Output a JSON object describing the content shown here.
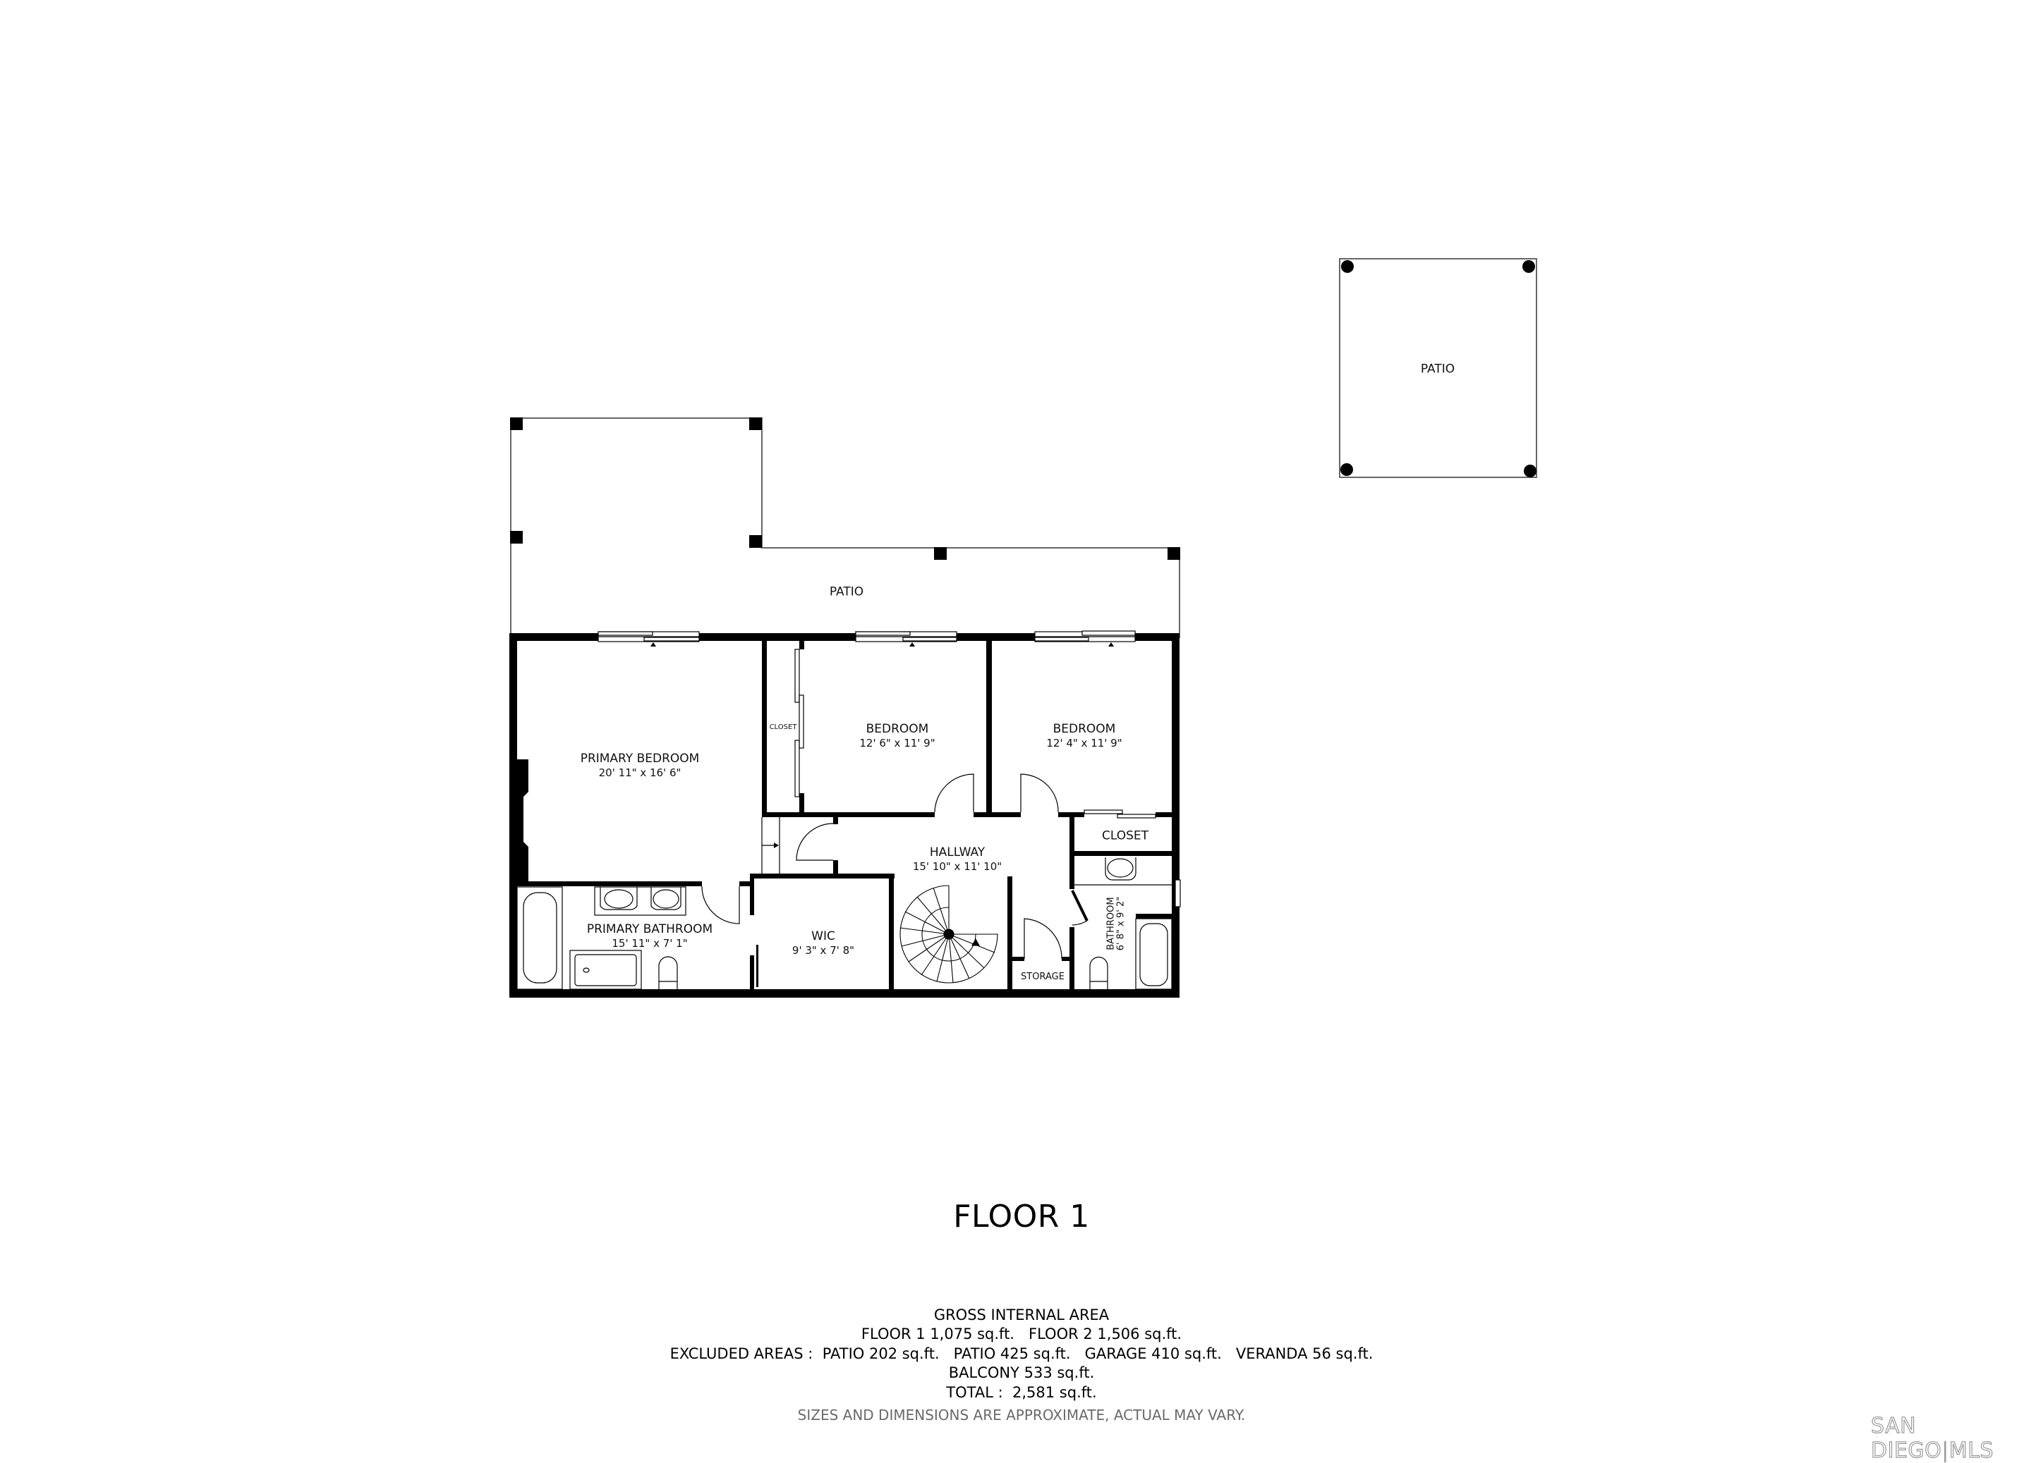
{
  "floor_title": "FLOOR 1",
  "rooms": {
    "patio_detached": {
      "name": "PATIO"
    },
    "patio_main": {
      "name": "PATIO"
    },
    "primary_bedroom": {
      "name": "PRIMARY BEDROOM",
      "dimensions": "20' 11\" x 16' 6\""
    },
    "closet_small": {
      "name": "CLOSET"
    },
    "bedroom_1": {
      "name": "BEDROOM",
      "dimensions": "12' 6\" x 11' 9\""
    },
    "bedroom_2": {
      "name": "BEDROOM",
      "dimensions": "12' 4\" x 11' 9\""
    },
    "closet": {
      "name": "CLOSET"
    },
    "hallway": {
      "name": "HALLWAY",
      "dimensions": "15' 10\" x 11' 10\""
    },
    "primary_bathroom": {
      "name": "PRIMARY BATHROOM",
      "dimensions": "15' 11\" x 7' 1\""
    },
    "wic": {
      "name": "WIC",
      "dimensions": "9' 3\" x 7' 8\""
    },
    "storage": {
      "name": "STORAGE"
    },
    "bathroom": {
      "name": "BATHROOM",
      "dimensions": "6' 8\" x 9' 2\""
    }
  },
  "area_summary": {
    "heading": "GROSS INTERNAL AREA",
    "floors_line": "FLOOR 1 1,075 sq.ft.   FLOOR 2 1,506 sq.ft.",
    "excluded_line": "EXCLUDED AREAS :  PATIO 202 sq.ft.   PATIO 425 sq.ft.   GARAGE 410 sq.ft.   VERANDA 56 sq.ft.",
    "balcony_line": "BALCONY 533 sq.ft.",
    "total_line": "TOTAL :  2,581 sq.ft.",
    "disclaimer": "SIZES AND DIMENSIONS ARE APPROXIMATE, ACTUAL MAY VARY."
  },
  "logo": {
    "left": "SAN DIEGO",
    "separator": "|",
    "right": "MLS"
  },
  "colors": {
    "wall": "#000000",
    "patio_line": "#555555",
    "disclaimer": "#6a6a6a",
    "logo": "#9a9a9a"
  }
}
